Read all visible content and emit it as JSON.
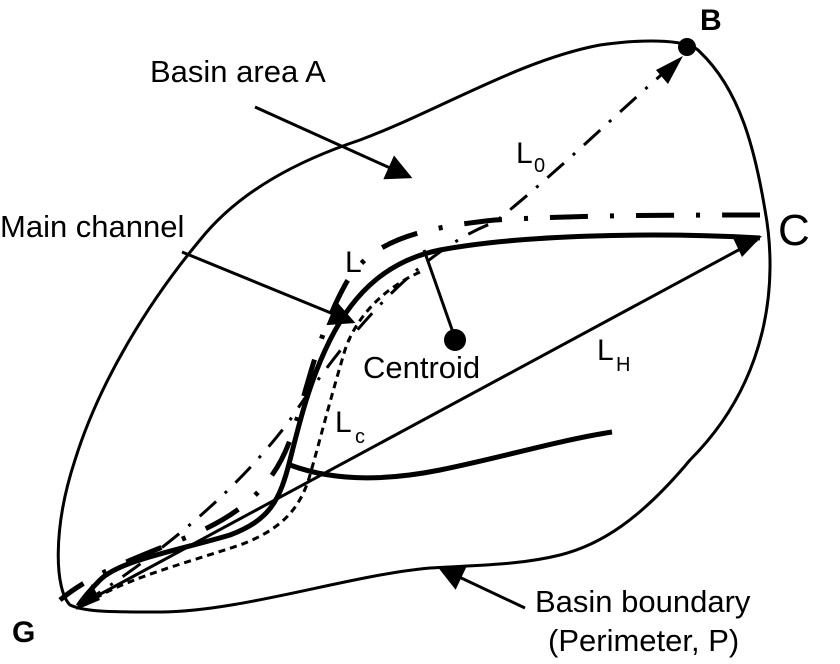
{
  "title": "Drainage basin morphometric parameters",
  "colors": {
    "ink": "#000000",
    "background": "#ffffff"
  },
  "points": {
    "B": "B",
    "C": "C",
    "G": "G"
  },
  "labels": {
    "basin_area": "Basin area A",
    "main_channel": "Main channel",
    "centroid": "Centroid",
    "basin_boundary_line1": "Basin boundary",
    "basin_boundary_line2": "(Perimeter, P)"
  },
  "lengths": {
    "L0": {
      "main": "L",
      "sub": "0",
      "description": "length from outlet G to farthest point B"
    },
    "L": {
      "main": "L",
      "sub": "",
      "description": "main channel length"
    },
    "Lc": {
      "main": "L",
      "sub": "c",
      "description": "length along channel to point nearest centroid"
    },
    "LH": {
      "main": "L",
      "sub": "H",
      "description": "straight-line length from G to C"
    }
  },
  "legend_line_styles": [
    {
      "name": "basin-boundary",
      "style": "solid-thin"
    },
    {
      "name": "main-channel",
      "style": "solid-thick"
    },
    {
      "name": "channel-length-L",
      "style": "long-dash-dot"
    },
    {
      "name": "L0-line",
      "style": "dash-dot"
    },
    {
      "name": "Lc-line",
      "style": "short-dash"
    },
    {
      "name": "LH-line",
      "style": "solid-thin"
    }
  ]
}
